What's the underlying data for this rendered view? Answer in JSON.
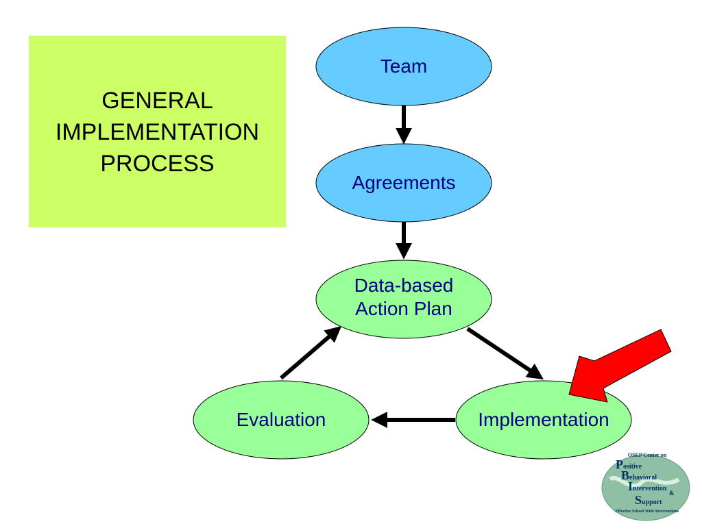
{
  "title": {
    "lines": [
      "GENERAL",
      "IMPLEMENTATION",
      "PROCESS"
    ]
  },
  "nodes": {
    "team": {
      "label": "Team",
      "color": "#66ccff"
    },
    "agreements": {
      "label": "Agreements",
      "color": "#66ccff"
    },
    "action_plan": {
      "label_lines": [
        "Data-based",
        "Action Plan"
      ],
      "color": "#99ff99"
    },
    "implementation": {
      "label": "Implementation",
      "color": "#99ff99"
    },
    "evaluation": {
      "label": "Evaluation",
      "color": "#99ff99"
    }
  },
  "edges": [
    {
      "from": "Team",
      "to": "Agreements"
    },
    {
      "from": "Agreements",
      "to": "Data-based Action Plan"
    },
    {
      "from": "Data-based Action Plan",
      "to": "Implementation"
    },
    {
      "from": "Implementation",
      "to": "Evaluation"
    },
    {
      "from": "Evaluation",
      "to": "Data-based Action Plan"
    }
  ],
  "colors": {
    "title_box": "#ccff66",
    "highlight_arrow": "#ff0000",
    "label_text": "#000080"
  },
  "logo": {
    "top_text": "OSEP Center on",
    "letters": [
      "P",
      "B",
      "I",
      "S"
    ],
    "words": [
      "ositive",
      "ehavioral",
      "ntervention",
      "upport"
    ],
    "ampersand": "&",
    "bottom_text": "Effective School-Wide Interventions"
  }
}
